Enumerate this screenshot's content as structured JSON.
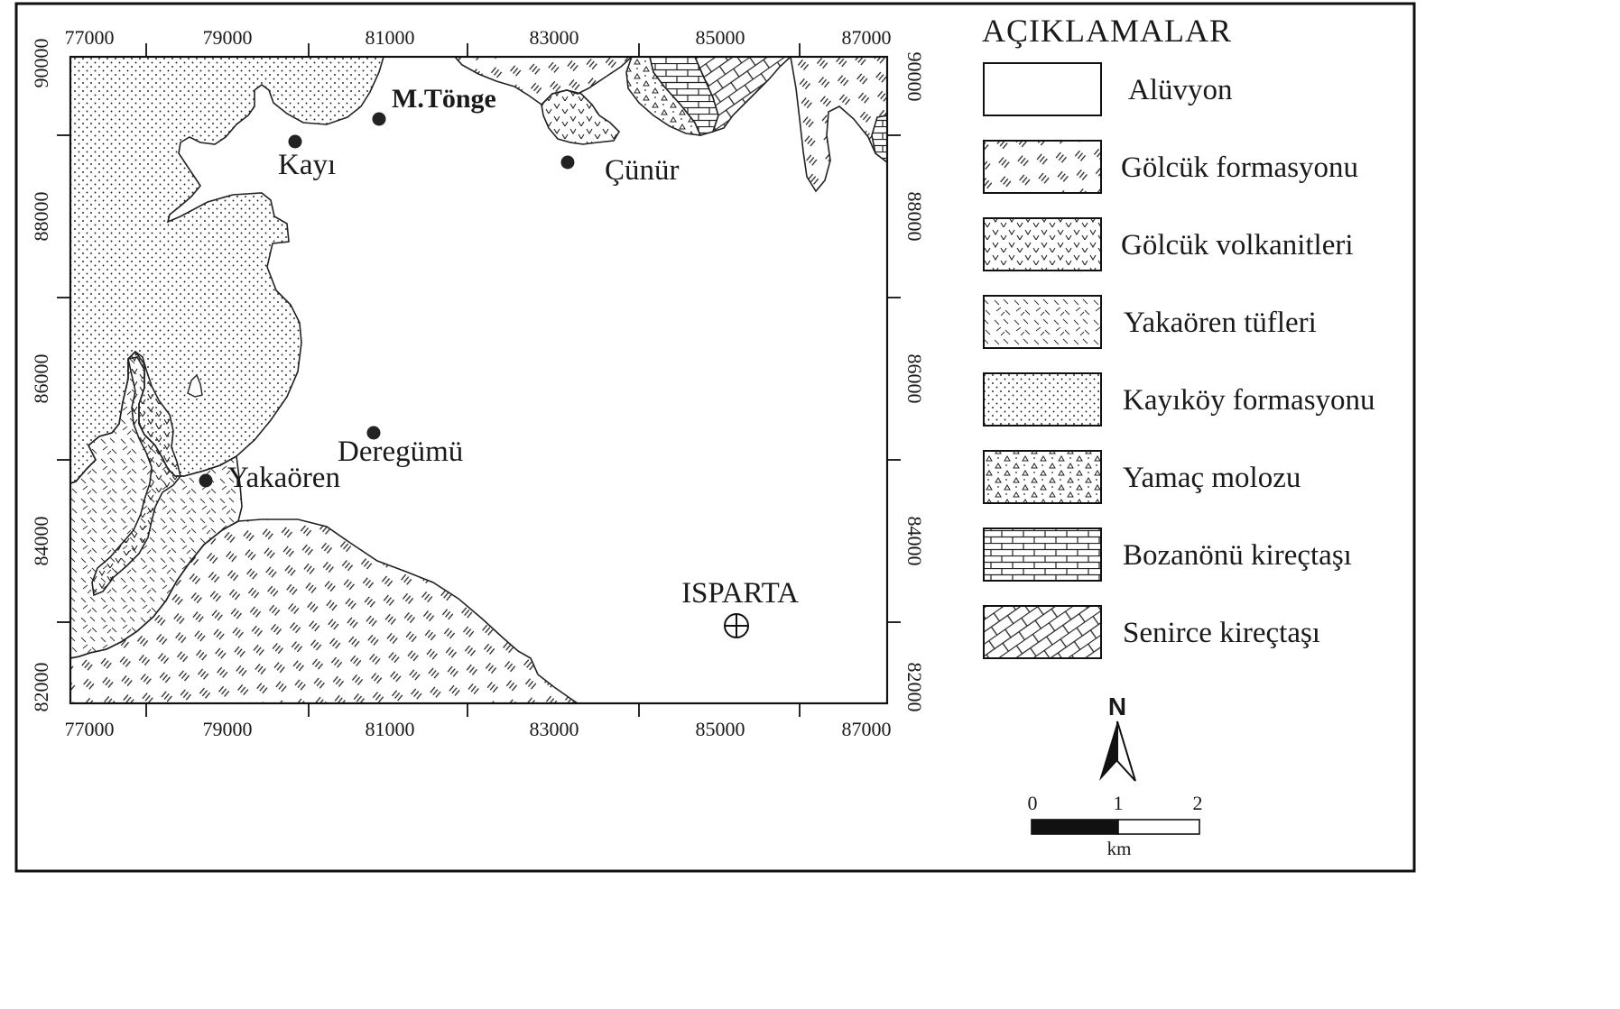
{
  "map": {
    "x_ticks": [
      "77000",
      "79000",
      "81000",
      "83000",
      "85000",
      "87000"
    ],
    "y_ticks": [
      "90000",
      "88000",
      "86000",
      "84000",
      "82000"
    ],
    "places": {
      "kayi": "Kayı",
      "tonge": "M.Tönge",
      "cunur": "Çünür",
      "deregumu": "Deregümü",
      "yakaoren": "Yakaören",
      "isparta": "ISPARTA"
    },
    "units": {
      "aluvyon": "Alüvyon",
      "golcuk_formasyonu": "Gölcük formasyonu",
      "golcuk_volkanitleri": "Gölcük volkanitleri",
      "yakaoren_tufleri": "Yakaören tüfleri",
      "kayikoy_formasyonu": "Kayıköy formasyonu",
      "yamac_molozu": "Yamaç molozu",
      "bozanonu_kirectasi": "Bozanönü kireçtaşı",
      "senirce_kirectasi": "Senirce kireçtaşı"
    }
  },
  "legend": {
    "title": "AÇIKLAMALAR",
    "items": [
      {
        "key": "aluvyon",
        "label": "Alüvyon"
      },
      {
        "key": "golcuk_formasyonu",
        "label": "Gölcük formasyonu"
      },
      {
        "key": "golcuk_volkanitleri",
        "label": "Gölcük volkanitleri"
      },
      {
        "key": "yakaoren_tufleri",
        "label": "Yakaören tüfleri"
      },
      {
        "key": "kayikoy_formasyonu",
        "label": "Kayıköy formasyonu"
      },
      {
        "key": "yamac_molozu",
        "label": "Yamaç molozu"
      },
      {
        "key": "bozanonu_kirectasi",
        "label": "Bozanönü kireçtaşı"
      },
      {
        "key": "senirce_kirectasi",
        "label": "Senirce kireçtaşı"
      }
    ]
  },
  "north_arrow": {
    "label": "N"
  },
  "scale_bar": {
    "ticks": [
      "0",
      "1",
      "2"
    ],
    "unit": "km"
  }
}
